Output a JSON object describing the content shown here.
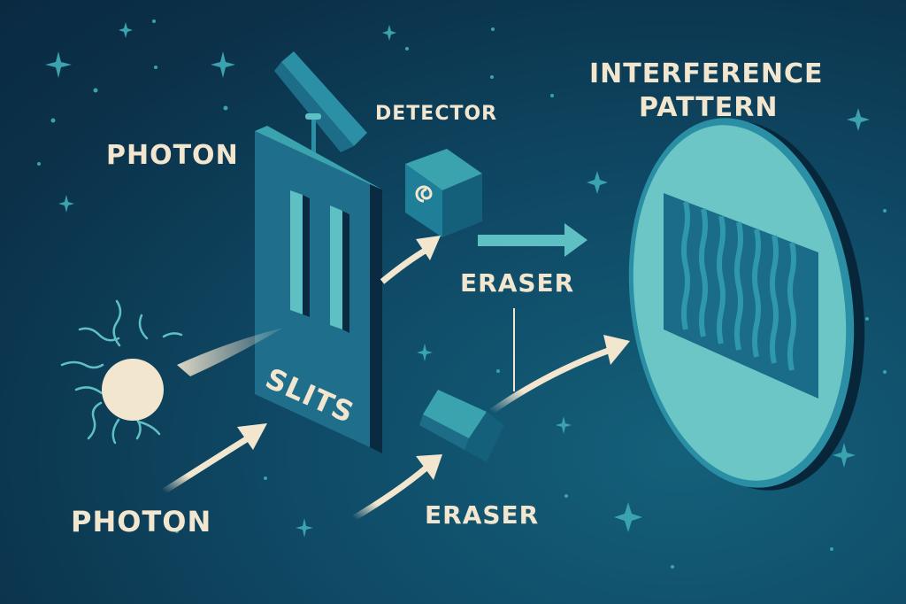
{
  "diagram": {
    "title": "Interference Pattern",
    "labels": {
      "photon_top": "PHOTON",
      "photon_bottom": "PHOTON",
      "detector": "DETECTOR",
      "slits": "SLITS",
      "eraser_top": "ERASER",
      "eraser_bottom": "ERASER",
      "interference_line1": "INTERFERENCE",
      "interference_line2": "PATTERN"
    },
    "colors": {
      "background": "#0c3450",
      "panel": "#1e6f8a",
      "accent": "#5fc0c4",
      "text": "#f3e6cf",
      "screen": "#6cc6c6"
    },
    "nodes": [
      "photon-source",
      "double-slit-panel",
      "detector",
      "eraser-upper",
      "eraser-lower",
      "screen"
    ],
    "edges": [
      {
        "from": "photon-source",
        "to": "double-slit-panel"
      },
      {
        "from": "double-slit-panel",
        "to": "detector"
      },
      {
        "from": "detector",
        "to": "screen"
      },
      {
        "from": "eraser-lower",
        "to": "screen"
      }
    ]
  }
}
